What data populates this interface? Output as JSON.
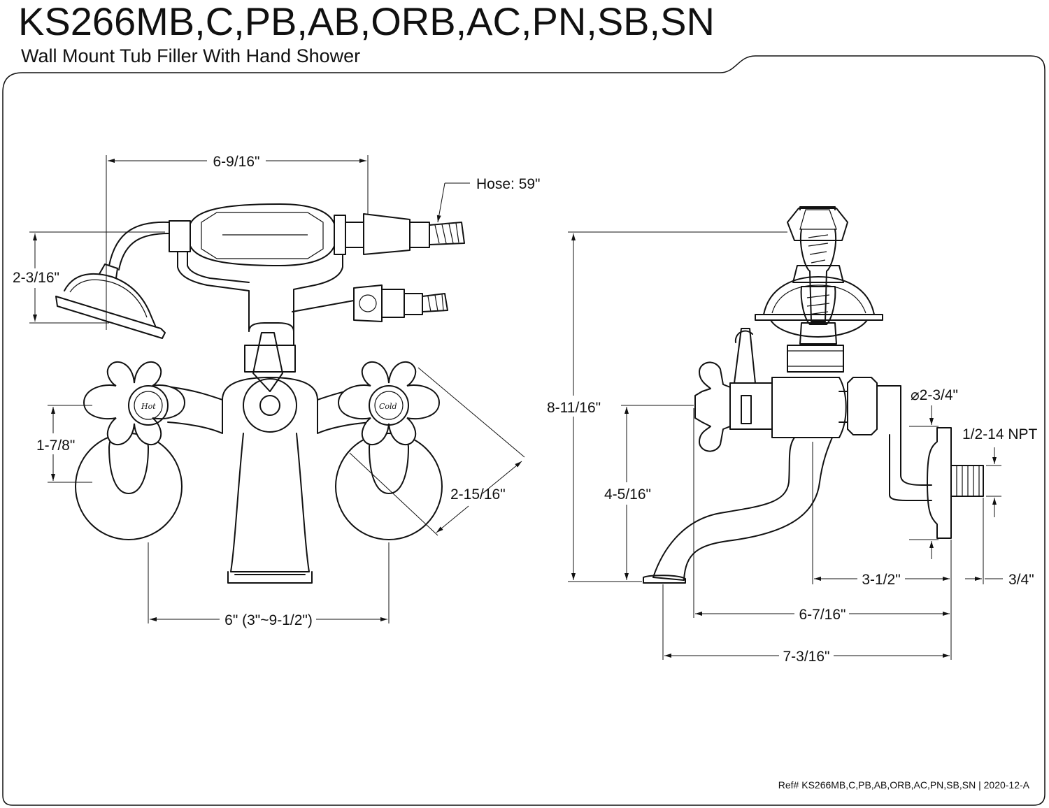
{
  "header": {
    "model_title": "KS266MB,C,PB,AB,ORB,AC,PN,SB,SN",
    "subtitle": "Wall Mount Tub Filler With Hand Shower"
  },
  "front_view": {
    "dim_handshower_width": "6-9/16\"",
    "hose_label": "Hose: 59\"",
    "dim_shower_head_height": "2-3/16\"",
    "dim_handle_height": "1-7/8\"",
    "dim_handle_span": "2-15/16\"",
    "dim_center_spread": "6\" (3\"~9-1/2\")",
    "hot_label": "Hot",
    "cold_label": "Cold"
  },
  "side_view": {
    "dim_total_height": "8-11/16\"",
    "dim_spout_height": "4-5/16\"",
    "dim_flange_diameter": "⌀2-3/4\"",
    "dim_thread": "1/2-14 NPT",
    "dim_spout_reach": "3-1/2\"",
    "dim_thread_length": "3/4\"",
    "dim_handle_reach": "6-7/16\"",
    "dim_total_reach": "7-3/16\""
  },
  "footer": {
    "reference": "Ref# KS266MB,C,PB,AB,ORB,AC,PN,SB,SN | 2020-12-A"
  }
}
